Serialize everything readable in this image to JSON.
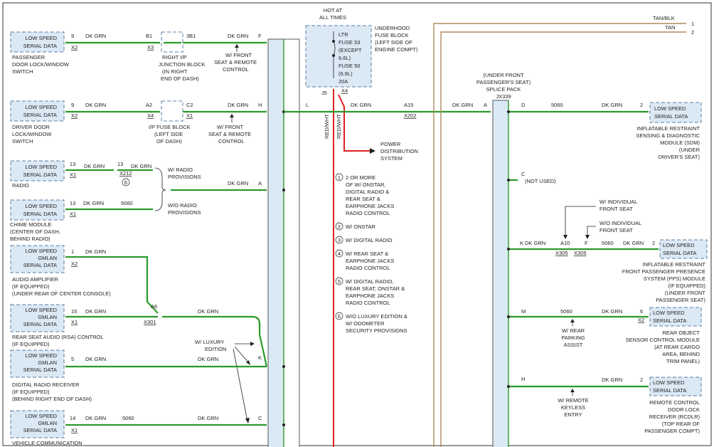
{
  "colors": {
    "wire": "#2a9a2a",
    "power": "#e02020",
    "tan": "#b08a5a",
    "module": "#dbe9f5"
  },
  "lss": [
    "LOW SPEED",
    "SERIAL DATA"
  ],
  "gmlan": [
    "LOW SPEED",
    "GMLAN",
    "SERIAL DATA"
  ],
  "left": {
    "m1": {
      "pin": "9",
      "conn": "X2",
      "wire": "DK GRN",
      "lines": [
        "PASSENGER",
        "DOOR LOCK/WINDOW",
        "SWITCH"
      ]
    },
    "m2": {
      "pin": "9",
      "conn": "X2",
      "wire": "DK GRN",
      "lines": [
        "DRIVER DOOR",
        "LOCK/WINDOW",
        "SWITCH"
      ]
    },
    "m3": {
      "pin": "13",
      "conn": "X1",
      "wire": "DK GRN",
      "lines": [
        "RADIO"
      ],
      "pin2": "13",
      "conn2": "X212",
      "note": "6",
      "wire2": "DK GRN"
    },
    "m4": {
      "pin": "13",
      "conn": "X1",
      "wire": "DK GRN",
      "circ": "5060",
      "lines": [
        "CHIME MODULE",
        "(CENTER OF DASH,",
        "BEHIND RADIO)"
      ]
    },
    "m5": {
      "pin": "1",
      "conn": "X2",
      "wire": "DK GRN",
      "lines": [
        "AUDIO AMPLIFIER",
        "(IF EQUIPPED)",
        "(UNDER REAR OF CENTER CONSOLE)"
      ]
    },
    "m6": {
      "pin": "15",
      "conn": "X1",
      "wire": "DK GRN",
      "lines": [
        "REAR SEAT AUDIO (RSA) CONTROL",
        "(IF EQUIPPED)"
      ]
    },
    "m7": {
      "pin": "5",
      "wire": "DK GRN",
      "lines": [
        "DIGITAL RADIO RECEIVER",
        "(IF EQUIPPED)",
        "(BEHIND RIGHT END OF DASH)"
      ]
    },
    "m8": {
      "pin": "14",
      "conn": "X1",
      "wire": "DK GRN",
      "circ": "5060",
      "lines": [
        "VEHICLE COMMUNICATION"
      ]
    }
  },
  "junction1": {
    "pin_a": "B1",
    "conn_a": "X3",
    "pin_b": "3B1",
    "lines": [
      "RIGHT I/P",
      "JUNCTION BLOCK",
      "(IN RIGHT",
      "END OF DASH)"
    ]
  },
  "junction2": {
    "pin_a": "A2",
    "conn_a": "X4",
    "pin_b": "C2",
    "conn_b": "X1",
    "lines": [
      "I/P FUSE BLOCK",
      "(LEFT SIDE",
      "OF DASH)"
    ]
  },
  "splice1": {
    "pins": [
      "F",
      "H",
      "A",
      "K",
      "C"
    ],
    "wire": "DK GRN",
    "wire_c": "5060"
  },
  "notes_mid": {
    "front1": [
      "W/ FRONT",
      "SEAT & REMOTE",
      "CONTROL"
    ],
    "front2": [
      "W/ FRONT",
      "SEAT & REMOTE",
      "CONTROL"
    ],
    "radio_prov": [
      "W/ RADIO",
      "PROVISIONS"
    ],
    "no_radio_prov": [
      "W/O RADIO",
      "PROVISIONS"
    ],
    "luxury": [
      "W/ LUXURY",
      "EDITION"
    ],
    "a6": "A6",
    "x301": "X301"
  },
  "fuse": {
    "hot": [
      "HOT AT",
      "ALL TIMES"
    ],
    "box": [
      "LTR",
      "FUSE 53",
      "(EXCEPT",
      "6.6L)",
      "FUSE 50",
      "(6.6L)",
      "20A"
    ],
    "label": [
      "UNDERHOOD",
      "FUSE BLOCK",
      "(LEFT SIDE OF",
      "ENGINE COMPT)"
    ],
    "j5": "J5",
    "x4": "X4",
    "redwht": "RED/WHT",
    "pd": [
      "POWER",
      "DISTRIBUTION",
      "SYSTEM"
    ],
    "l": "L",
    "a15": "A15",
    "x202": "X202",
    "wire": "DK GRN"
  },
  "legend": [
    {
      "n": "1",
      "t": [
        "2 OR MORE",
        "OF W/ ONSTAR,",
        "DIGITAL RADIO &",
        "REAR SEAT &",
        "EARPHONE JACKS",
        "RADIO CONTROL"
      ]
    },
    {
      "n": "2",
      "t": [
        "W/ ONSTAR"
      ]
    },
    {
      "n": "3",
      "t": [
        "W/ DIGITAL RADIO"
      ]
    },
    {
      "n": "4",
      "t": [
        "W/ REAR SEAT &",
        "EARPHONE JACKS",
        "RADIO CONTROL"
      ]
    },
    {
      "n": "5",
      "t": [
        "W/ DIGITAL RADIO,",
        "REAR SEAT, ONSTAR &",
        "EARPHONE JACKS",
        "RADIO CONTROL"
      ]
    },
    {
      "n": "6",
      "t": [
        "W/O LUXURY EDITION &",
        "W/ ODOMETER",
        "SECURITY PROVISIONS"
      ]
    }
  ],
  "tan": {
    "blk": "TAN/BLK",
    "tan": "TAN",
    "n1": "1",
    "n2": "2"
  },
  "splice2": {
    "lines": [
      "(UNDER FRONT",
      "PASSENGER'S SEAT)",
      "SPLICE PACK",
      "JX339"
    ],
    "a": "A",
    "d": "D",
    "c": "C",
    "c_note": "(NOT USED)",
    "k": "K",
    "m": "M",
    "h": "H",
    "wire": "DK GRN",
    "circ": "5060"
  },
  "right": {
    "r1": {
      "pin": "2",
      "circ": "5060",
      "wire": "DK GRN",
      "lines": [
        "INFLATABLE RESTRAINT",
        "SENSING & DIAGNOSTIC",
        "MODULE (SDM)",
        "(UNDER",
        "DRIVER'S SEAT)"
      ]
    },
    "r2": {
      "pin": "2",
      "a10": "A10",
      "f": "F",
      "x305": "X305",
      "circ": "5060",
      "wire": "DK GRN",
      "ind": [
        "W/ INDIVIDUAL",
        "FRONT SEAT"
      ],
      "woind": [
        "W/O INDIVIDUAL",
        "FRONT SEAT"
      ],
      "lines": [
        "INFLATABLE RESTRAINT",
        "FRONT PASSENGER PRESENCE",
        "SYSTEM (PPS) MODULE",
        "(IF EQUIPPED)",
        "(UNDER FRONT",
        "PASSENGER SEAT)"
      ]
    },
    "r3": {
      "pin": "6",
      "conn": "X2",
      "circ": "5060",
      "wire": "DK GRN",
      "assist": [
        "W/ REAR",
        "PARKING",
        "ASSIST"
      ],
      "lines": [
        "REAR OBJECT",
        "SENSOR CONTROL MODULE",
        "(AT REAR CARGO",
        "AREA, BEHIND",
        "TRIM PANEL)"
      ]
    },
    "r4": {
      "pin": "2",
      "wire": "DK GRN",
      "rke": [
        "W/ REMOTE",
        "KEYLESS",
        "ENTRY"
      ],
      "lines": [
        "REMOTE CONTROL",
        "DOOR LOCK",
        "RECEIVER (RCDLR)",
        "(TOP REAR OF",
        "PASSENGER COMPT)"
      ]
    }
  }
}
